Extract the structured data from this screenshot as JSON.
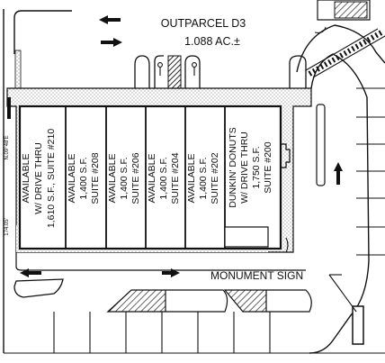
{
  "parcel": {
    "name": "OUTPARCEL D3",
    "area": "1.088 AC.±"
  },
  "monument_sign": "MONUMENT SIGN",
  "side_dims": {
    "upper": "N.09°48'E",
    "lower": "174.05'"
  },
  "suites": [
    {
      "lines": [
        "AVAILABLE",
        "W/ DRIVE THRU",
        "1,610 S.F., SUITE #210"
      ]
    },
    {
      "lines": [
        "AVAILABLE",
        "1,400 S.F.",
        "SUITE #208"
      ]
    },
    {
      "lines": [
        "AVAILABLE",
        "1,400 S.F.",
        "SUITE #206"
      ]
    },
    {
      "lines": [
        "AVAILABLE",
        "1,400 S.F.",
        "SUITE #204"
      ]
    },
    {
      "lines": [
        "AVAILABLE",
        "1,400 S.F.",
        "SUITE #202"
      ]
    },
    {
      "lines": [
        "DUNKIN' DONUTS",
        "W/ DRIVE THRU",
        "1,750 S.F.",
        "SUITE #200"
      ]
    }
  ],
  "colors": {
    "line": "#111111",
    "paper": "#ffffff",
    "stipple": "#777777"
  }
}
